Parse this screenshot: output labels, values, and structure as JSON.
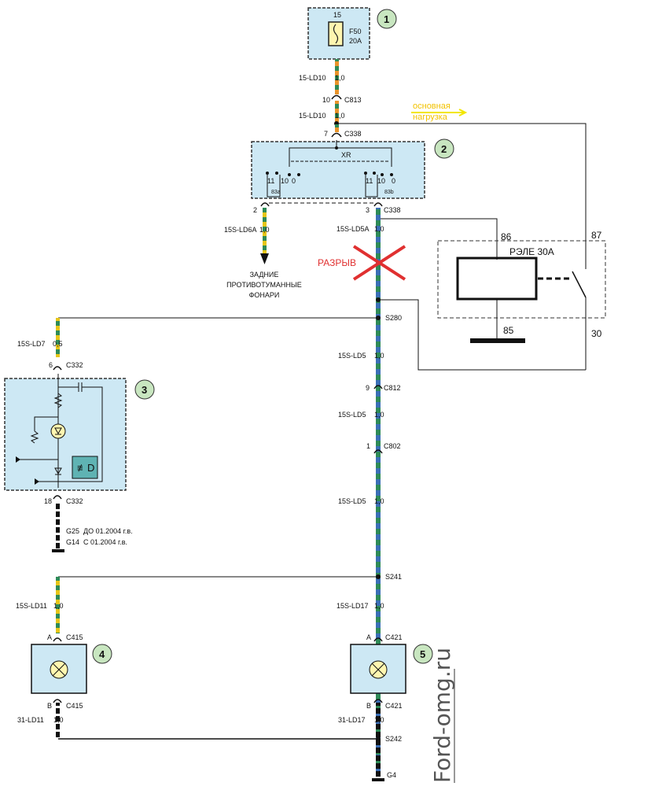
{
  "fuse": {
    "number": "15",
    "name": "F50",
    "rating": "20A"
  },
  "components": {
    "c1": "1",
    "c2": "2",
    "c3": "3",
    "c4": "4",
    "c5": "5"
  },
  "wires": {
    "ld10_top": "15-LD10",
    "ld10_top_size": "1,0",
    "ld10_bot": "15-LD10",
    "ld10_bot_size": "1,0",
    "ld6a": "15S-LD6A",
    "ld6a_size": "1,0",
    "ld5a": "15S-LD5A",
    "ld5a_size": "1,0",
    "ld7": "15S-LD7",
    "ld7_size": "0,5",
    "ld5_1": "15S-LD5",
    "ld5_1_size": "1,0",
    "ld5_2": "15S-LD5",
    "ld5_2_size": "1,0",
    "ld5_3": "15S-LD5",
    "ld5_3_size": "1,0",
    "ld11": "15S-LD11",
    "ld11_size": "1,0",
    "ld17": "15S-LD17",
    "ld17_size": "1,0",
    "ld11_gnd": "31-LD11",
    "ld11_gnd_size": "1,0",
    "ld17_gnd": "31-LD17",
    "ld17_gnd_size": "1,0"
  },
  "connectors": {
    "c813": "C813",
    "c813_pin": "10",
    "c338_top": "C338",
    "c338_top_pin": "7",
    "c338_l_pin": "2",
    "c338_r_pin": "3",
    "c338_bot": "C338",
    "c332_top": "C332",
    "c332_top_pin": "6",
    "c332_bot": "C332",
    "c332_bot_pin": "18",
    "c812": "C812",
    "c812_pin": "9",
    "c802": "C802",
    "c802_pin": "1",
    "c415a": "C415",
    "c415a_pin": "A",
    "c415b": "C415",
    "c415b_pin": "B",
    "c421a": "C421",
    "c421a_pin": "A",
    "c421b": "C421",
    "c421b_pin": "B"
  },
  "splices": {
    "s280": "S280",
    "s241": "S241",
    "s242": "S242"
  },
  "switch": {
    "xr": "XR",
    "p11a": "11",
    "p10a": "10",
    "p0a": "0",
    "g83a": "83a",
    "p11b": "11",
    "p10b": "10",
    "p0b": "0",
    "g83b": "83b"
  },
  "labels": {
    "main_load_1": "основная",
    "main_load_2": "нагрузка",
    "rear_fog_1": "ЗАДНИЕ",
    "rear_fog_2": "ПРОТИВОТУМАННЫЕ",
    "rear_fog_3": "ФОНАРИ",
    "break": "РАЗРЫВ",
    "g25": "G25",
    "g25_note": "ДО 01.2004 г.в.",
    "g14": "G14",
    "g14_note": "С 01.2004 г.в.",
    "g4": "G4"
  },
  "relay": {
    "title": "РЭЛЕ 30А",
    "pin86": "86",
    "pin87": "87",
    "pin85": "85",
    "pin30": "30"
  },
  "watermark": "Ford-omg.ru",
  "colors": {
    "panel": "#cde8f4",
    "badge": "#c8e6c0",
    "wire_green": "#2e8b57",
    "wire_blue": "#3b6fb6",
    "wire_orange": "#e8942a",
    "wire_yellow": "#e6c619",
    "cross": "#e03030",
    "arrow": "#f2e600"
  }
}
